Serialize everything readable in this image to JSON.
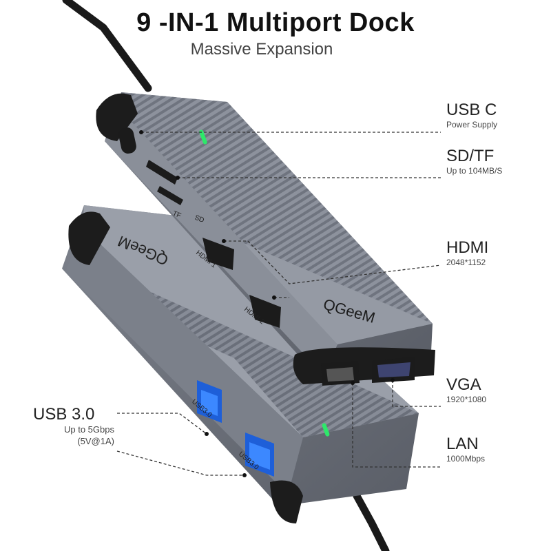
{
  "header": {
    "title": "9 -IN-1 Multiport Dock",
    "subtitle": "Massive Expansion"
  },
  "device": {
    "brand_text": "QGeeM",
    "port_labels": {
      "tf": "TF",
      "sd": "SD",
      "hdmi1": "HDMI 1",
      "hdmi2": "HDMI 2",
      "usb_a_1": "USB3.0",
      "usb_a_2": "USB3.0"
    },
    "indicator_color": "#2ee86a",
    "body_color": "#8a8f9a"
  },
  "callouts": {
    "usb_c": {
      "name": "USB C",
      "detail": "Power Supply"
    },
    "sd_tf": {
      "name": "SD/TF",
      "detail": "Up to 104MB/S"
    },
    "hdmi": {
      "name": "HDMI",
      "detail": "2048*1152"
    },
    "vga": {
      "name": "VGA",
      "detail": "1920*1080"
    },
    "lan": {
      "name": "LAN",
      "detail": "1000Mbps"
    },
    "usb3": {
      "name": "USB 3.0",
      "detail_1": "Up to 5Gbps",
      "detail_2": "(5V@1A)"
    }
  }
}
